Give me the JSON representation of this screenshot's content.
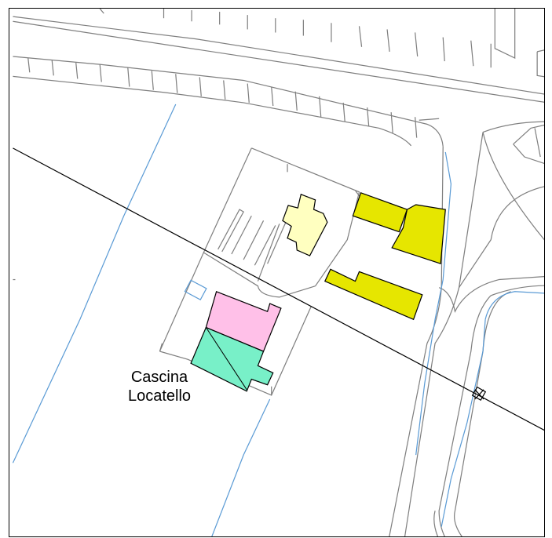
{
  "map": {
    "place_label_line1": "Cascina",
    "place_label_line2": "Locatello"
  },
  "colors": {
    "background": "#ffffff",
    "road_outline": "#7f7f7f",
    "water_line": "#5b9bd5",
    "boundary_line": "#000000",
    "building_yellow": "#e6e600",
    "building_light_yellow": "#ffffc0",
    "building_pink": "#ffc0e8",
    "building_green": "#78f0c8"
  },
  "legend_icons": [
    "water-line",
    "road-outline",
    "building-footprint",
    "boundary-line"
  ]
}
